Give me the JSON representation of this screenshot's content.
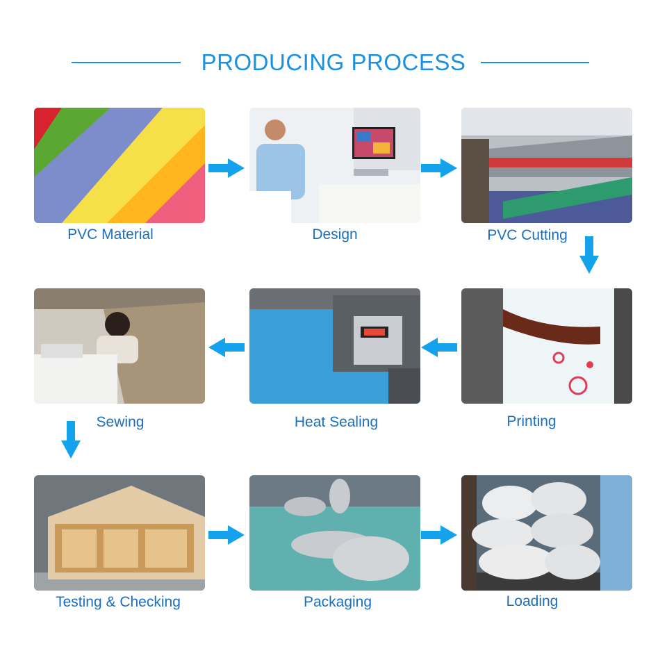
{
  "title": "PRODUCING  PROCESS",
  "colors": {
    "accent": "#1b8fe0",
    "label": "#1b6fbf",
    "arrow": "#14a2ec"
  },
  "steps": [
    {
      "label": "PVC Material"
    },
    {
      "label": "Design"
    },
    {
      "label": "PVC Cutting"
    },
    {
      "label": "Printing"
    },
    {
      "label": "Heat Sealing"
    },
    {
      "label": "Sewing"
    },
    {
      "label": "Testing & Checking"
    },
    {
      "label": "Packaging"
    },
    {
      "label": "Loading"
    }
  ],
  "icons": [
    "arrow-right-icon",
    "arrow-left-icon",
    "arrow-down-icon"
  ]
}
